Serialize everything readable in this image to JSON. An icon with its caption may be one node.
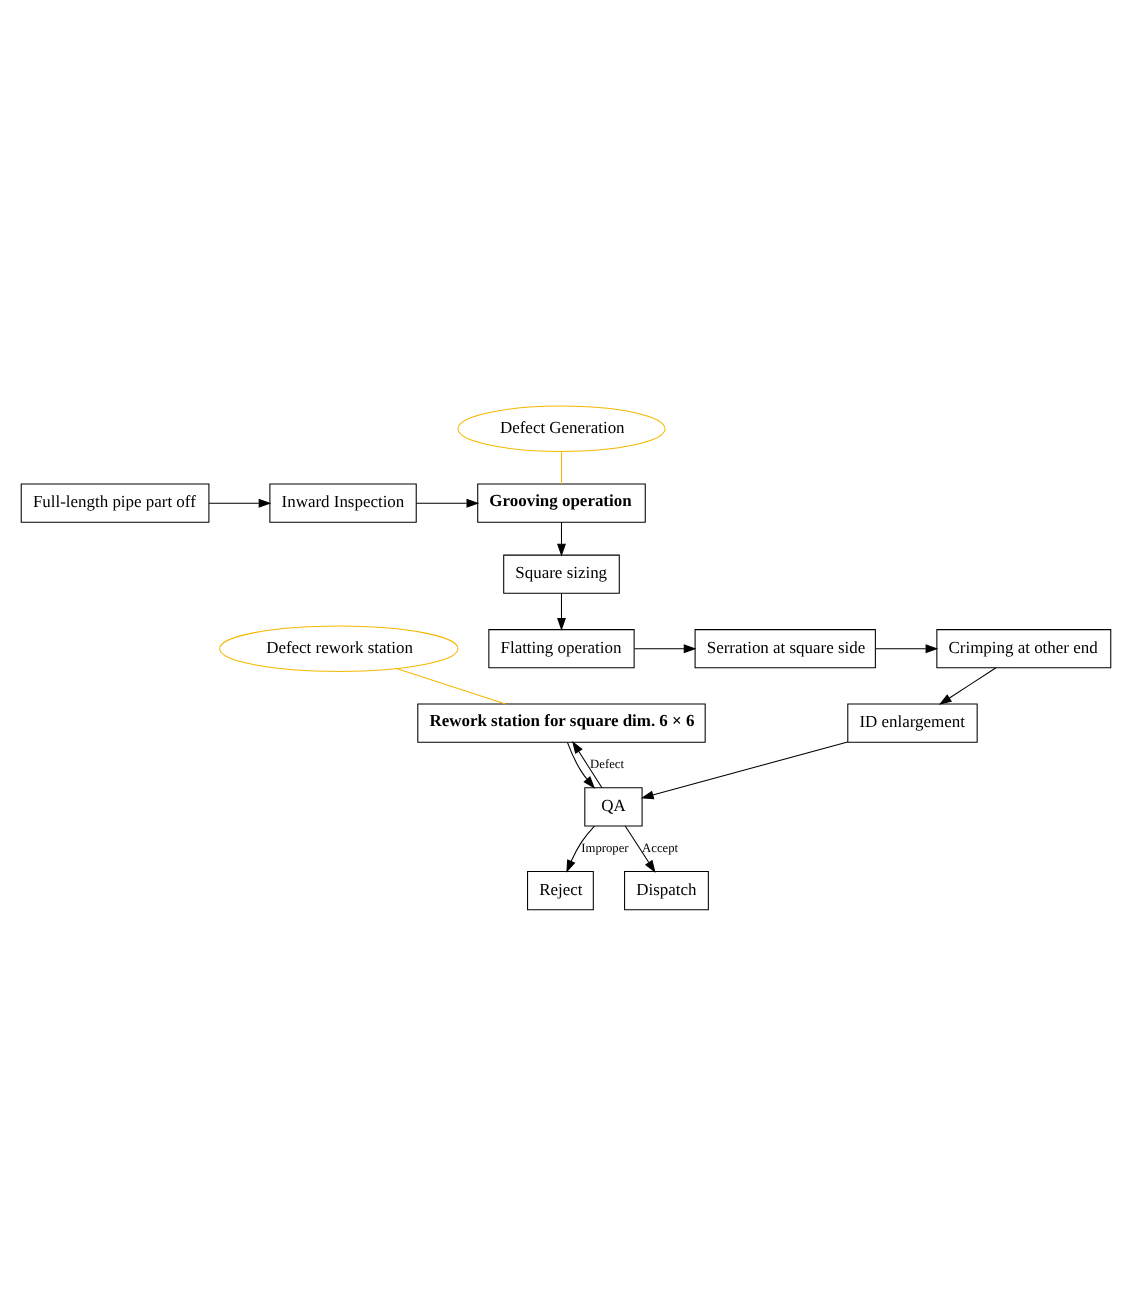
{
  "diagram": {
    "nodes": [
      {
        "text": [
          "Full-length pipe part off"
        ]
      },
      {
        "text": [
          "Inward Inspection"
        ]
      },
      {
        "text": [
          "Grooving operation"
        ]
      },
      {
        "text": [
          "Defect Generation"
        ]
      },
      {
        "text": [
          "Square sizing"
        ]
      },
      {
        "text": [
          "Flatting operation"
        ]
      },
      {
        "text": [
          "Serration at square side"
        ]
      },
      {
        "text": [
          "Crimping at other end"
        ]
      },
      {
        "text": [
          "ID enlargement"
        ]
      },
      {
        "text": [
          "QA"
        ]
      },
      {
        "text": [
          "Rework station for square dim. 6 × 6"
        ]
      },
      {
        "text": [
          "Defect rework station"
        ]
      },
      {
        "text": [
          "Reject"
        ]
      },
      {
        "text": [
          "Dispatch"
        ]
      }
    ],
    "edges": [
      {
        "from": 0,
        "to": 1,
        "arrow": "to"
      },
      {
        "from": 1,
        "to": 2,
        "arrow": "to"
      },
      {
        "from": 3,
        "to": 2,
        "arrow": "none",
        "color": "#f5b800"
      },
      {
        "from": 2,
        "to": 4,
        "arrow": "to"
      },
      {
        "from": 4,
        "to": 5,
        "arrow": "to"
      },
      {
        "from": 5,
        "to": 6,
        "arrow": "to"
      },
      {
        "from": 6,
        "to": 7,
        "arrow": "to"
      },
      {
        "from": 7,
        "to": 8,
        "arrow": "to"
      },
      {
        "from": 8,
        "to": 9,
        "arrow": "to"
      },
      {
        "from": 9,
        "to": 10,
        "label": "Defect",
        "arrow": "to"
      },
      {
        "from": 10,
        "to": 9,
        "arrow": "to"
      },
      {
        "from": 11,
        "to": 10,
        "arrow": "none",
        "color": "#f5b800"
      },
      {
        "from": 9,
        "to": 12,
        "label": "Improper",
        "arrow": "to"
      },
      {
        "from": 9,
        "to": 13,
        "label": "Accept",
        "arrow": "to"
      }
    ]
  }
}
